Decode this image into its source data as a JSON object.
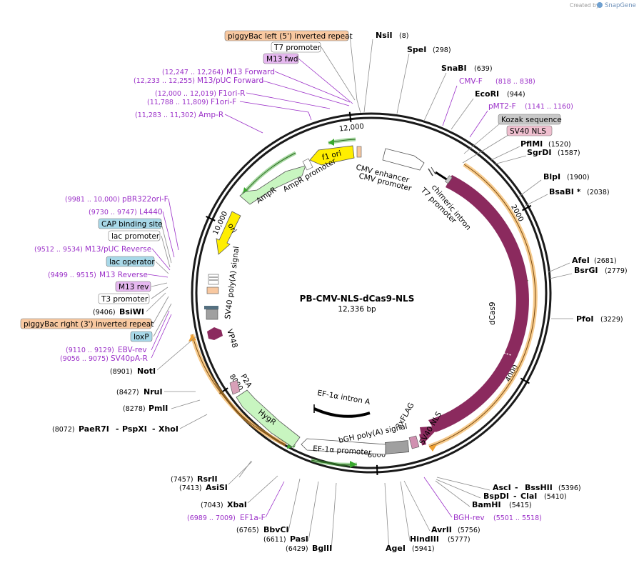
{
  "brand": {
    "created_by": "Created by",
    "name": "SnapGene"
  },
  "plasmid": {
    "name": "PB-CMV-NLS-dCas9-NLS",
    "size_label": "12,336 bp",
    "length": 12336
  },
  "ticks": [
    {
      "pos": 2000,
      "label": "2000"
    },
    {
      "pos": 4000,
      "label": "4000"
    },
    {
      "pos": 6000,
      "label": "6000"
    },
    {
      "pos": 8000,
      "label": "8000"
    },
    {
      "pos": 10000,
      "label": "10,000"
    },
    {
      "pos": 12000,
      "label": "12,000"
    }
  ],
  "colors": {
    "dcas9": "#8b2a5e",
    "hygr": "#c8f5c0",
    "ampr": "#c8f5c0",
    "f1ori": "#ffee00",
    "ori": "#ffee00",
    "orange_arc": "#f0a030",
    "green_arc": "#39a82e",
    "primer": "#9b30c8",
    "site": "#000000"
  },
  "sites_right": [
    {
      "name": "NsiI",
      "pos": "(8)"
    },
    {
      "name": "SpeI",
      "pos": "(298)"
    },
    {
      "name": "SnaBI",
      "pos": "(639)"
    },
    {
      "name": "EcoRI",
      "pos": "(944)"
    },
    {
      "name": "PflMI",
      "pos": "(1520)"
    },
    {
      "name": "SgrDI",
      "pos": "(1587)"
    },
    {
      "name": "BlpI",
      "pos": "(1900)"
    },
    {
      "name": "BsaBI *",
      "pos": "(2038)"
    },
    {
      "name": "AfeI",
      "pos": "(2681)"
    },
    {
      "name": "BsrGI",
      "pos": "(2779)"
    },
    {
      "name": "PfoI",
      "pos": "(3229)"
    },
    {
      "name": "AscI",
      "pos": ""
    },
    {
      "name": "BssHII",
      "pos": "(5396)"
    },
    {
      "name": "BspDI",
      "pos": ""
    },
    {
      "name": "ClaI",
      "pos": "(5410)"
    },
    {
      "name": "BamHI",
      "pos": "(5415)"
    },
    {
      "name": "AvrII",
      "pos": "(5756)"
    },
    {
      "name": "HindIII",
      "pos": "(5777)"
    },
    {
      "name": "AgeI",
      "pos": "(5941)"
    }
  ],
  "sites_left": [
    {
      "name": "BglII",
      "pos": "(6429)"
    },
    {
      "name": "PasI",
      "pos": "(6611)"
    },
    {
      "name": "BbvCI",
      "pos": "(6765)"
    },
    {
      "name": "XbaI",
      "pos": "(7043)"
    },
    {
      "name": "AsiSI",
      "pos": "(7413)"
    },
    {
      "name": "RsrII",
      "pos": "(7457)"
    },
    {
      "name": "PaeR7I",
      "pos": "(8072)"
    },
    {
      "name": "PspXI",
      "pos": ""
    },
    {
      "name": "XhoI",
      "pos": ""
    },
    {
      "name": "PmlI",
      "pos": "(8278)"
    },
    {
      "name": "NruI",
      "pos": "(8427)"
    },
    {
      "name": "NotI",
      "pos": "(8901)"
    },
    {
      "name": "BsiWI",
      "pos": "(9406)"
    }
  ],
  "primers": [
    {
      "name": "CMV-F",
      "pos": "(818 .. 838)"
    },
    {
      "name": "pMT2-F",
      "pos": "(1141 .. 1160)"
    },
    {
      "name": "BGH-rev",
      "pos": "(5501 .. 5518)"
    },
    {
      "name": "EF1a-F",
      "pos": "(6989 .. 7009)"
    },
    {
      "name": "SV40pA-R",
      "pos": "(9056 .. 9075)"
    },
    {
      "name": "EBV-rev",
      "pos": "(9110 .. 9129)"
    },
    {
      "name": "M13 Reverse",
      "pos": "(9499 .. 9515)"
    },
    {
      "name": "M13/pUC Reverse",
      "pos": "(9512 .. 9534)"
    },
    {
      "name": "L4440",
      "pos": "(9730 .. 9747)"
    },
    {
      "name": "pBR322ori-F",
      "pos": "(9981 .. 10,000)"
    },
    {
      "name": "Amp-R",
      "pos": "(11,283 .. 11,302)"
    },
    {
      "name": "F1ori-F",
      "pos": "(11,788 .. 11,809)"
    },
    {
      "name": "F1ori-R",
      "pos": "(12,000 .. 12,019)"
    },
    {
      "name": "M13/pUC Forward",
      "pos": "(12,233 .. 12,255)"
    },
    {
      "name": "M13 Forward",
      "pos": "(12,247 .. 12,264)"
    }
  ],
  "boxed_labels": [
    {
      "id": "pb_left",
      "text": "piggyBac left (5') inverted repeat",
      "fill": "#f8c8a0"
    },
    {
      "id": "t7_top",
      "text": "T7 promoter",
      "fill": "#ffffff"
    },
    {
      "id": "m13fwd",
      "text": "M13 fwd",
      "fill": "#e6b8f0"
    },
    {
      "id": "kozak",
      "text": "Kozak sequence",
      "fill": "#c8c8c8"
    },
    {
      "id": "sv40nls_top",
      "text": "SV40 NLS",
      "fill": "#f0c0d0"
    },
    {
      "id": "cap",
      "text": "CAP binding site",
      "fill": "#a8d8e8"
    },
    {
      "id": "lacp",
      "text": "lac promoter",
      "fill": "#ffffff"
    },
    {
      "id": "laco",
      "text": "lac operator",
      "fill": "#a8d8e8"
    },
    {
      "id": "m13rev",
      "text": "M13 rev",
      "fill": "#e6b8f0"
    },
    {
      "id": "t3",
      "text": "T3 promoter",
      "fill": "#ffffff"
    },
    {
      "id": "pb_right",
      "text": "piggyBac right (3') inverted repeat",
      "fill": "#f8c8a0"
    },
    {
      "id": "loxp",
      "text": "loxP",
      "fill": "#a8d8e8"
    }
  ],
  "features": [
    {
      "id": "cmv_enh",
      "text": "CMV enhancer"
    },
    {
      "id": "cmv_prom",
      "text": "CMV promoter"
    },
    {
      "id": "t7_inner",
      "text": "T7 promoter"
    },
    {
      "id": "chim_intron",
      "text": "chimeric intron"
    },
    {
      "id": "dcas9",
      "text": "dCas9"
    },
    {
      "id": "flag",
      "text": "3xFLAG"
    },
    {
      "id": "sv40nls_in",
      "text": "SV40 NLS"
    },
    {
      "id": "bgh",
      "text": "bGH poly(A) signal"
    },
    {
      "id": "ef1a_prom",
      "text": "EF-1α promoter"
    },
    {
      "id": "ef1a_intron",
      "text": "EF-1α intron A"
    },
    {
      "id": "hygr",
      "text": "HygR"
    },
    {
      "id": "p2a",
      "text": "P2A"
    },
    {
      "id": "vp48",
      "text": "VP48"
    },
    {
      "id": "sv40pa",
      "text": "SV40 poly(A) signal"
    },
    {
      "id": "ori",
      "text": "ori"
    },
    {
      "id": "ampr",
      "text": "AmpR"
    },
    {
      "id": "ampr_prom",
      "text": "AmpR promoter"
    },
    {
      "id": "f1ori",
      "text": "f1 ori"
    }
  ],
  "extra": {
    "sep1": "-",
    "sep2": "-"
  }
}
